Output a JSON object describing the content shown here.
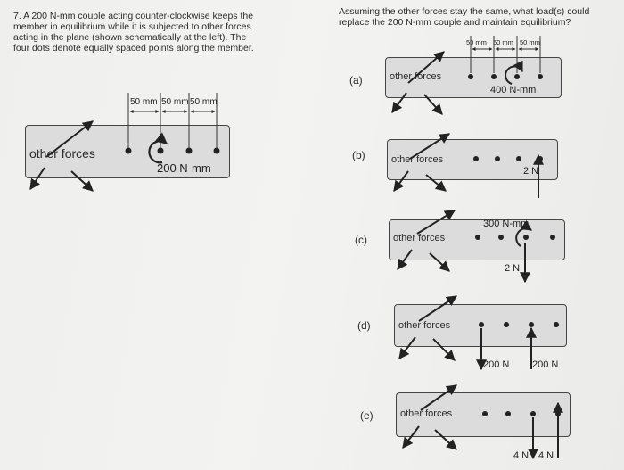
{
  "problem": {
    "lines": [
      "7. A 200 N-mm couple acting counter-clockwise keeps the",
      "member in equilibrium while it is subjected to other forces",
      "acting in the plane (shown schematically at the left). The",
      "four dots denote equally spaced points along the member."
    ],
    "dimension_labels": [
      "50 mm",
      "50 mm",
      "50 mm"
    ],
    "member_label": "other forces",
    "couple_label": "200 N-mm"
  },
  "question": {
    "lines": [
      "Assuming the other forces stay the same, what load(s) could",
      "replace the 200 N-mm couple and maintain equilibrium?"
    ]
  },
  "options": [
    {
      "letter": "(a)",
      "member_label": "other forces",
      "dimension_labels": [
        "50 mm",
        "50 mm",
        "50 mm"
      ],
      "load_labels": [
        "400 N-mm"
      ]
    },
    {
      "letter": "(b)",
      "member_label": "other forces",
      "load_labels": [
        "2 N"
      ]
    },
    {
      "letter": "(c)",
      "member_label": "other forces",
      "load_labels": [
        "300 N-mm",
        "2 N"
      ]
    },
    {
      "letter": "(d)",
      "member_label": "other forces",
      "load_labels": [
        "200 N",
        "200 N"
      ]
    },
    {
      "letter": "(e)",
      "member_label": "other forces",
      "load_labels": [
        "4 N",
        "4 N"
      ]
    }
  ]
}
